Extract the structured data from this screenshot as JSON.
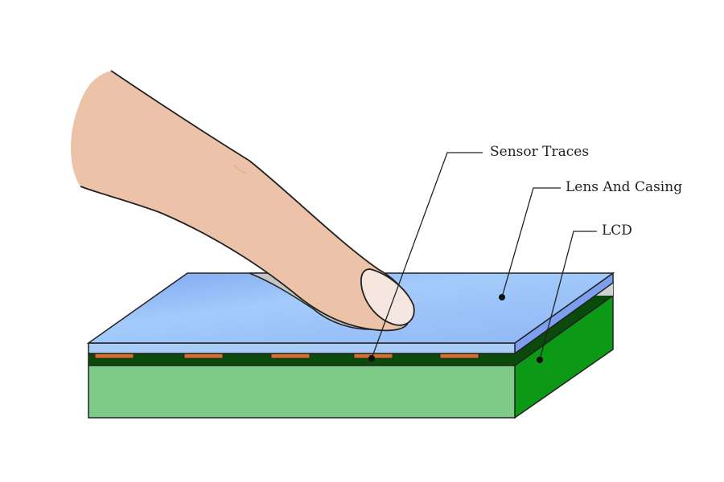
{
  "labels": {
    "sensor_traces": "Sensor Traces",
    "lens_and_casing": "Lens And Casing",
    "lcd": "LCD"
  },
  "colors": {
    "lens": "#9cc4f7",
    "lens_edge": "#7c9ff0",
    "lcd_front": "#7dcb86",
    "lcd_side": "#0c9a16",
    "lcd_top": "#0a4a0a",
    "traces": "#d2702e",
    "finger": "#ecc3a8",
    "nail": "#f5e6df"
  }
}
